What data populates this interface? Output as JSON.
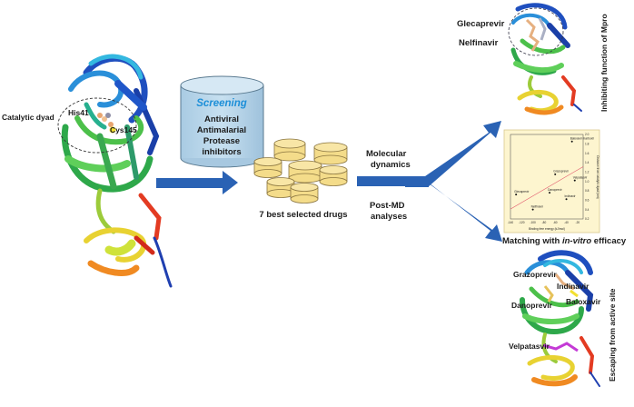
{
  "protein_left": {
    "catalytic_dyad": "Catalytic dyad",
    "residue_1": "His41",
    "residue_2": "Cys145"
  },
  "screening": {
    "title": "Screening",
    "line_1": "Antiviral",
    "line_2": "Antimalarial",
    "line_3": "Protease",
    "line_4": "inhibitors"
  },
  "selected": {
    "label": "7 best selected drugs"
  },
  "simulation": {
    "md_line_1": "Molecular",
    "md_line_2": "dynamics",
    "post_line_1": "Post-MD",
    "post_line_2": "analyses"
  },
  "top_result": {
    "drug_1": "Glecaprevir",
    "drug_2": "Nelfinavir",
    "side_label": "Inhibiting function of Mpro"
  },
  "middle_result": {
    "caption_pre": "Matching with ",
    "caption_em": "in-vitro",
    "caption_post": " efficacy",
    "xlabel": "Binding free energy (kJ/mol)",
    "ylabel": "Distance from catalytic dyad (nm)",
    "x_ticks": [
      "-140",
      "-120",
      "-100",
      "-80",
      "-60",
      "-40",
      "-20"
    ],
    "y_ticks": [
      "2.0",
      "1.8",
      "1.6",
      "1.4",
      "1.2",
      "1.0",
      "0.8",
      "0.6",
      "0.4",
      "0.2"
    ]
  },
  "bottom_result": {
    "drug_1": "Grazoprevir",
    "drug_2": "Indinavir",
    "drug_3": "Baloxavir",
    "drug_4": "Danoprevir",
    "drug_5": "Velpatasvir",
    "side_label": "Escaping from active site"
  },
  "chart_data": {
    "type": "scatter",
    "xlabel": "Binding free energy (kJ/mol)",
    "ylabel": "Distance from catalytic dyad (nm)",
    "xlim": [
      -140,
      -10
    ],
    "ylim": [
      0.2,
      2.0
    ],
    "grid": false,
    "trendline": true,
    "points": [
      {
        "label": "Baloxavir marboxil",
        "x": -30,
        "y": 1.85
      },
      {
        "label": "Grazoprevir",
        "x": -60,
        "y": 1.15
      },
      {
        "label": "Velpatasvir",
        "x": -25,
        "y": 1.02
      },
      {
        "label": "Glecaprevir",
        "x": -130,
        "y": 0.72
      },
      {
        "label": "Danoprevir",
        "x": -70,
        "y": 0.76
      },
      {
        "label": "Indinavir",
        "x": -40,
        "y": 0.62
      },
      {
        "label": "Nelfinavir",
        "x": -100,
        "y": 0.4
      }
    ]
  },
  "colors": {
    "arrow": "#2a62b4",
    "chart_bg": "#fdf5cf",
    "cylinder_top": "#cde3f1",
    "cylinder_body": "#b2d1e8",
    "disc": "#f4dc8a",
    "screening_text": "#1d8fd8"
  }
}
